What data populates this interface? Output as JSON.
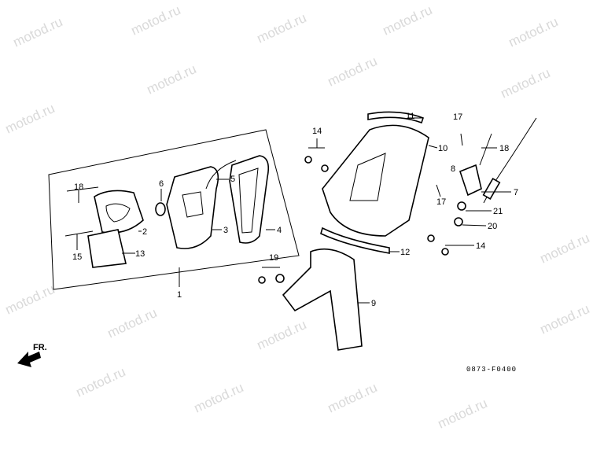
{
  "watermark": "motod.ru",
  "direction_label": "FR.",
  "diagram_code": "0873-F0400",
  "callouts": {
    "c1": "1",
    "c2": "2",
    "c3": "3",
    "c4": "4",
    "c5": "5",
    "c6": "6",
    "c7": "7",
    "c8": "8",
    "c9": "9",
    "c10": "10",
    "c11": "11",
    "c12": "12",
    "c13": "13",
    "c14a": "14",
    "c14b": "14",
    "c15": "15",
    "c17a": "17",
    "c17b": "17",
    "c18a": "18",
    "c18b": "18",
    "c19": "19",
    "c20": "20",
    "c21": "21"
  }
}
